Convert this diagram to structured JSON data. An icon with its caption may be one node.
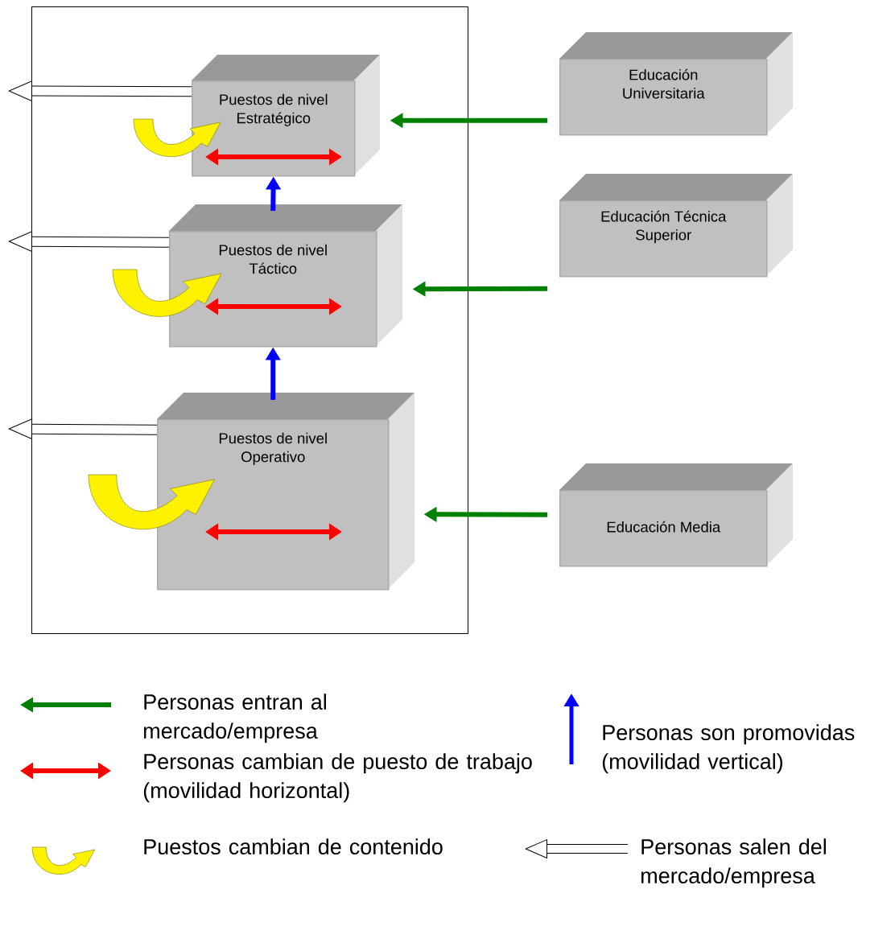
{
  "diagram": {
    "nodes": [
      {
        "text": [],
        "shape": "box"
      },
      {
        "text": [
          "Puestos de nivel Estratégico"
        ],
        "in": 0
      },
      {
        "text": [
          "Puestos de nivel Táctico"
        ],
        "in": 0
      },
      {
        "text": [
          "Puestos de nivel Operativo"
        ],
        "in": 0
      },
      {
        "text": [
          "Educación Universitaria"
        ]
      },
      {
        "text": [
          "Educación Técnica Superior"
        ]
      },
      {
        "text": [
          "Educación Media"
        ]
      }
    ],
    "edges": [
      {
        "from": 4,
        "to": 1,
        "arrow": "to",
        "color": "#008000"
      },
      {
        "from": 5,
        "to": 2,
        "arrow": "to",
        "color": "#008000"
      },
      {
        "from": 6,
        "to": 3,
        "arrow": "to",
        "color": "#008000"
      },
      {
        "from": 3,
        "to": 2,
        "arrow": "to",
        "color": "#0000ff"
      },
      {
        "from": 2,
        "to": 1,
        "arrow": "to",
        "color": "#0000ff"
      },
      {
        "from": 1,
        "to": null,
        "arrow": "to",
        "style": "thick",
        "color": "#000000"
      },
      {
        "from": 2,
        "to": null,
        "arrow": "to",
        "style": "thick",
        "color": "#000000"
      },
      {
        "from": 3,
        "to": null,
        "arrow": "to",
        "style": "thick",
        "color": "#000000"
      }
    ],
    "legend": [
      {
        "text": "Personas entran al mercado/empresa"
      },
      {
        "text": "Personas cambian de puesto de trabajo (movilidad horizontal)"
      },
      {
        "text": "Puestos cambian de contenido"
      },
      {
        "text": "Personas son promovidas (movilidad vertical)"
      },
      {
        "text": "Personas salen del mercado/empresa"
      }
    ]
  }
}
